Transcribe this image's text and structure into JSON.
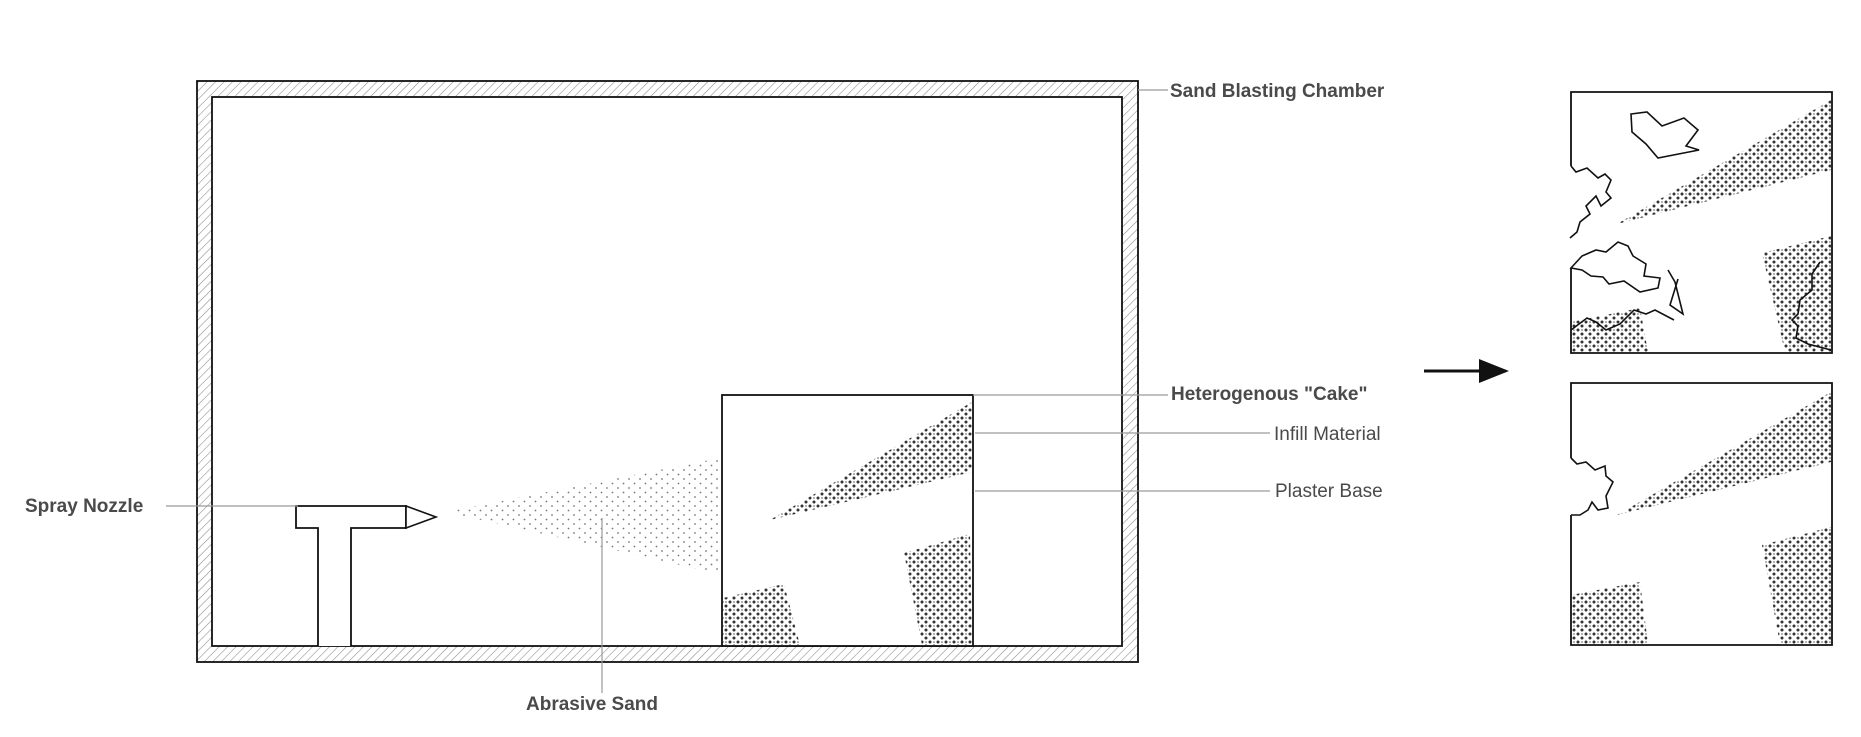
{
  "labels": {
    "chamber": "Sand Blasting Chamber",
    "cake": "Heterogenous \"Cake\"",
    "infill": "Infill Material",
    "plaster": "Plaster Base",
    "nozzle": "Spray Nozzle",
    "sand": "Abrasive Sand"
  },
  "colors": {
    "stroke": "#111111",
    "label": "#4a4a4a",
    "leader": "#9a9a9a",
    "stipple": "#333333",
    "spray": "#777777"
  }
}
